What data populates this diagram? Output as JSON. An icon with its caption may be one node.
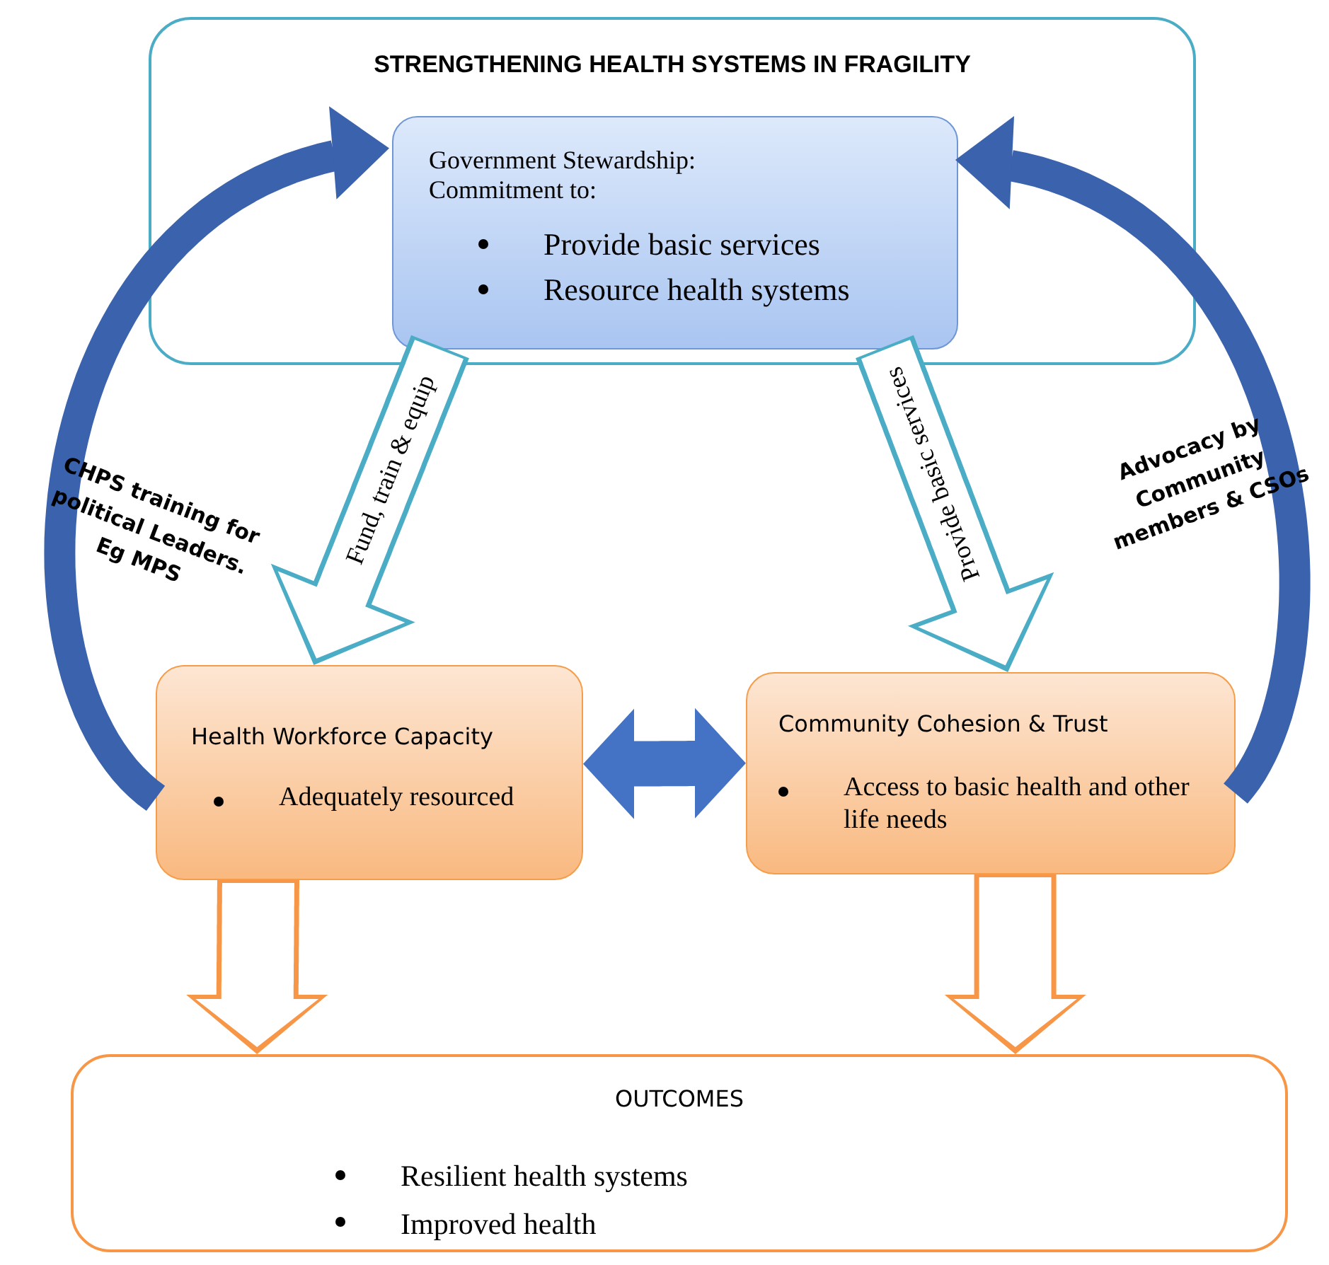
{
  "diagram": {
    "nodes": [
      {
        "text": [
          "STRENGTHENING HEALTH SYSTEMS IN FRAGILITY"
        ]
      },
      {
        "text": [
          "Government Stewardship: Commitment to:",
          "Provide basic services",
          "Resource health systems"
        ],
        "in": 0
      },
      {
        "text": [
          "Health Workforce Capacity",
          "Adequately resourced"
        ]
      },
      {
        "text": [
          "Community Cohesion & Trust",
          "Access to basic health and other life needs"
        ]
      },
      {
        "text": [
          "OUTCOMES",
          "Resilient health systems",
          "Improved health"
        ]
      }
    ],
    "edges": [
      {
        "from": 1,
        "to": 2,
        "arrow": "to",
        "label": "Fund, train & equip",
        "color": "#4bacc6"
      },
      {
        "from": 1,
        "to": 3,
        "arrow": "to",
        "label": "Provide basic services",
        "color": "#4bacc6"
      },
      {
        "from": 2,
        "to": 3,
        "arrow": "both",
        "color": "#4472c4"
      },
      {
        "from": 2,
        "to": 4,
        "arrow": "to",
        "color": "#f79646"
      },
      {
        "from": 3,
        "to": 4,
        "arrow": "to",
        "color": "#f79646"
      },
      {
        "from": 2,
        "to": 1,
        "arrow": "to",
        "label": "CHPS training for political Leaders. Eg MPS",
        "color": "#3a62ad"
      },
      {
        "from": 3,
        "to": 1,
        "arrow": "to",
        "label": "Advocacy by Community members & CSOs",
        "color": "#3a62ad"
      }
    ]
  }
}
